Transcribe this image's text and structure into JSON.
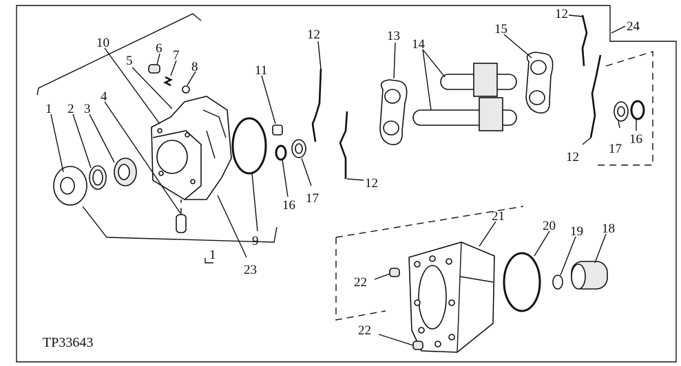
{
  "diagram": {
    "caption": "TP33643",
    "callouts": {
      "c1_top": "1",
      "c1_bottom": "1",
      "c2": "2",
      "c3": "3",
      "c4": "4",
      "c5": "5",
      "c6": "6",
      "c7": "7",
      "c8": "8",
      "c9": "9",
      "c10": "10",
      "c11": "11",
      "c12_a": "12",
      "c12_b": "12",
      "c12_c": "12",
      "c12_d": "12",
      "c13": "13",
      "c14": "14",
      "c15": "15",
      "c16_a": "16",
      "c16_b": "16",
      "c17_a": "17",
      "c17_b": "17",
      "c18": "18",
      "c19": "19",
      "c20": "20",
      "c21": "21",
      "c22_a": "22",
      "c22_b": "22",
      "c23": "23",
      "c24": "24"
    }
  }
}
